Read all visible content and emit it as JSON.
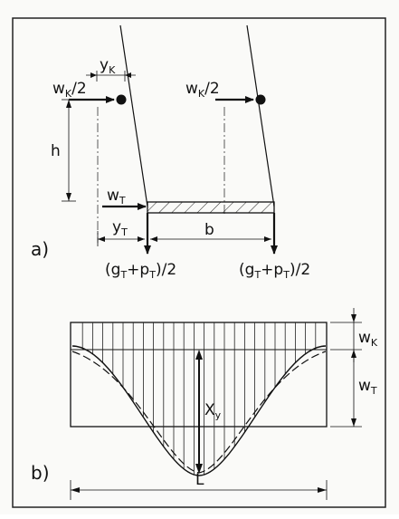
{
  "part_a": {
    "label": "a)",
    "wK_top": "y",
    "wK_top_sub": "K",
    "wK_left": "w",
    "wK_left_sub": "K",
    "wK_left_rest": "/2",
    "wK_right": "w",
    "wK_right_sub": "K",
    "wK_right_rest": "/2",
    "h": "h",
    "wT": "w",
    "wT_sub": "T",
    "yT": "y",
    "yT_sub": "T",
    "b": "b",
    "load_left": {
      "open": "(g",
      "s1": "T",
      "mid": "+p",
      "s2": "T",
      "close": ")/2"
    },
    "load_right": {
      "open": "(g",
      "s1": "T",
      "mid": "+p",
      "s2": "T",
      "close": ")/2"
    }
  },
  "part_b": {
    "label": "b)",
    "wK": "w",
    "wK_sub": "K",
    "wT": "w",
    "wT_sub": "T",
    "Xy": "X",
    "Xy_sub": "y",
    "L": "L"
  }
}
